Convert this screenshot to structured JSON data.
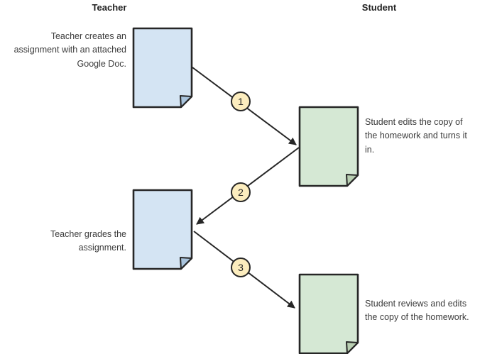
{
  "headers": {
    "teacher": "Teacher",
    "student": "Student"
  },
  "captions": [
    {
      "side": "teacher",
      "lines": [
        "Teacher creates an",
        "assignment with an attached",
        "Google Doc."
      ]
    },
    {
      "side": "student",
      "lines": [
        "Student edits the copy of",
        "the homework and turns it",
        "in."
      ]
    },
    {
      "side": "teacher",
      "lines": [
        "Teacher grades the",
        "assignment."
      ]
    },
    {
      "side": "student",
      "lines": [
        "Student reviews and edits",
        "the copy of the homework."
      ]
    }
  ],
  "steps": [
    {
      "number": "1"
    },
    {
      "number": "2"
    },
    {
      "number": "3"
    }
  ],
  "documents": [
    {
      "owner": "teacher",
      "color": "#d4e4f3"
    },
    {
      "owner": "student",
      "color": "#d5e8d4"
    },
    {
      "owner": "teacher",
      "color": "#d4e4f3"
    },
    {
      "owner": "student",
      "color": "#d5e8d4"
    }
  ],
  "colors": {
    "doc_blue": "#d4e4f3",
    "doc_green": "#d5e8d4",
    "badge_fill": "#fcedbe",
    "stroke": "#262626",
    "text": "#3c3c3c",
    "background": "#ffffff"
  }
}
